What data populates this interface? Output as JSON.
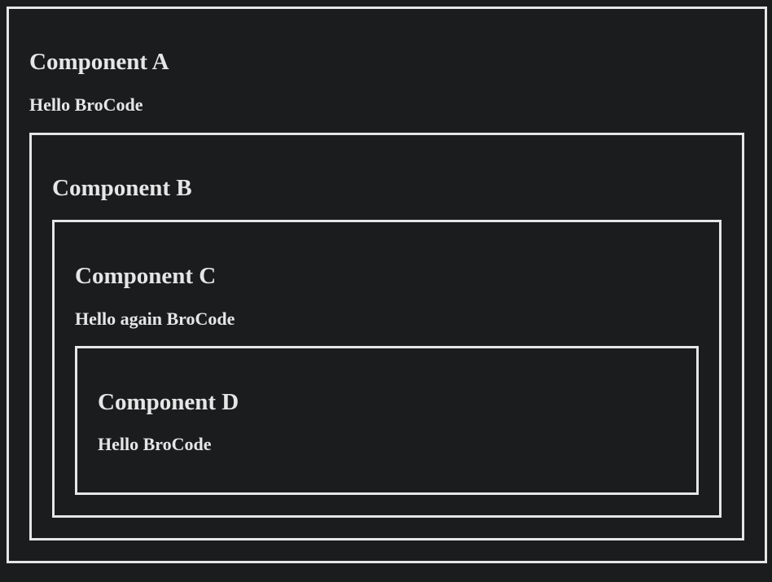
{
  "component_a": {
    "title": "Component A",
    "message": "Hello BroCode"
  },
  "component_b": {
    "title": "Component B"
  },
  "component_c": {
    "title": "Component C",
    "message": "Hello again BroCode"
  },
  "component_d": {
    "title": "Component D",
    "message": "Hello BroCode"
  },
  "colors": {
    "background": "#1b1c1e",
    "foreground": "#e6e6e6"
  }
}
